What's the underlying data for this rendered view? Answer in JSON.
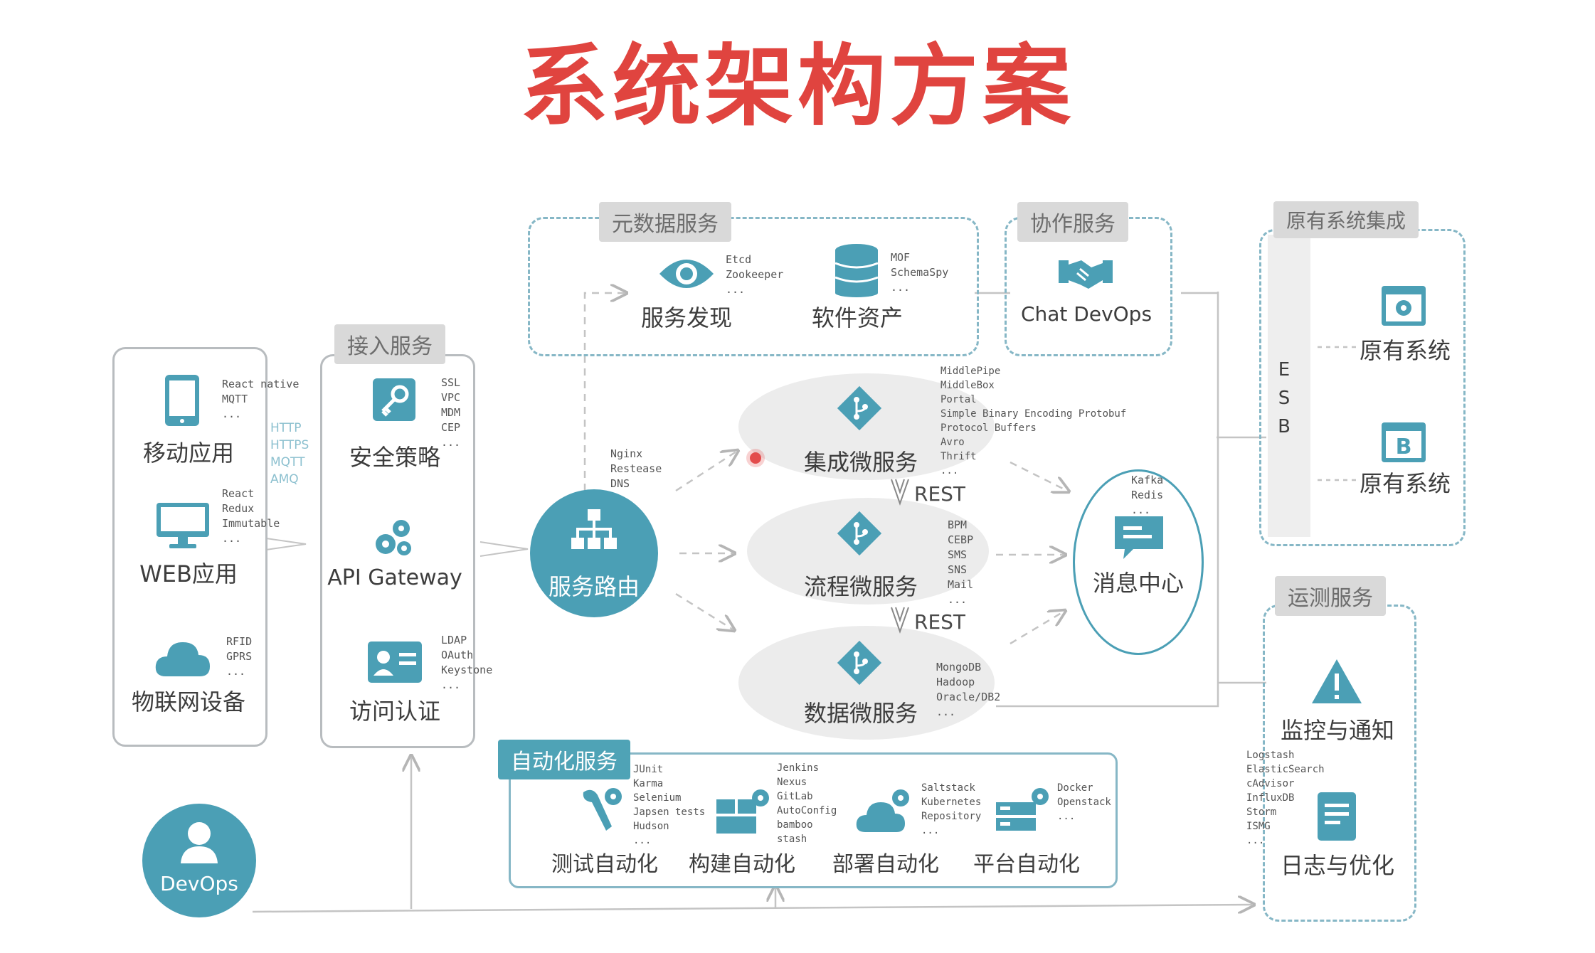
{
  "title": "系统架构方案",
  "colors": {
    "accent": "#4b9fb5",
    "title_red": "#e0443f",
    "label_grey": "#d9d9d9",
    "dash": "#86b7c6"
  },
  "clients": {
    "items": [
      {
        "label": "移动应用",
        "note": "React native\nMQTT\n...",
        "icon": "tablet-icon"
      },
      {
        "label": "WEB应用",
        "note": "React\nRedux\nImmutable\n...",
        "icon": "monitor-icon"
      },
      {
        "label": "物联网设备",
        "note": "RFID\nGPRS\n...",
        "icon": "cloud-icon"
      }
    ],
    "protocols": "HTTP\nHTTPS\nMQTT\nAMQ"
  },
  "access": {
    "tag": "接入服务",
    "items": [
      {
        "label": "安全策略",
        "note": "SSL\nVPC\nMDM\nCEP\n...",
        "icon": "key-icon"
      },
      {
        "label": "API Gateway",
        "note": "",
        "icon": "gears-icon"
      },
      {
        "label": "访问认证",
        "note": "LDAP\nOAuth\nKeystone\n...",
        "icon": "id-card-icon"
      }
    ]
  },
  "router": {
    "label": "服务路由",
    "note": "Nginx\nRestease\nDNS"
  },
  "metadata": {
    "tag": "元数据服务",
    "items": [
      {
        "label": "服务发现",
        "note": "Etcd\nZookeeper\n...",
        "icon": "eye-icon"
      },
      {
        "label": "软件资产",
        "note": "MOF\nSchemaSpy\n...",
        "icon": "database-icon"
      }
    ]
  },
  "collab": {
    "tag": "协作服务",
    "label": "Chat DevOps",
    "icon": "handshake-icon"
  },
  "legacy": {
    "tag": "原有系统集成",
    "esb": "E\nS\nB",
    "items": [
      {
        "label": "原有系统",
        "icon": "gear-window-icon"
      },
      {
        "label": "原有系统",
        "icon": "b-window-icon"
      }
    ]
  },
  "micro": {
    "items": [
      {
        "label": "集成微服务",
        "note": "MiddlePipe\nMiddleBox\nPortal\nSimple Binary Encoding Protobuf\nProtocol Buffers\nAvro\nThrift\n..."
      },
      {
        "label": "流程微服务",
        "note": "BPM\nCEBP\nSMS\nSNS\nMail\n..."
      },
      {
        "label": "数据微服务",
        "note": "MongoDB\nHadoop\nOracle/DB2\n..."
      }
    ],
    "rest": "REST"
  },
  "message": {
    "label": "消息中心",
    "note": "Kafka\nRedis\n...",
    "icon": "chat-icon"
  },
  "ops": {
    "tag": "运测服务",
    "items": [
      {
        "label": "监控与通知",
        "icon": "warning-icon"
      },
      {
        "label": "日志与优化",
        "icon": "document-icon"
      }
    ],
    "note": "Logstash\nElasticSearch\ncAdvisor\nInfluxDB\nStorm\nISMG\n..."
  },
  "automation": {
    "tag": "自动化服务",
    "items": [
      {
        "label": "测试自动化",
        "note": "JUnit\nKarma\nSelenium\nJapsen tests\nHudson\n...",
        "icon": "wrench-gear-icon"
      },
      {
        "label": "构建自动化",
        "note": "Jenkins\nNexus\nGitLab\nAutoConfig\nbamboo\nstash\n...",
        "icon": "build-gear-icon"
      },
      {
        "label": "部署自动化",
        "note": "Saltstack\nKubernetes\nRepository\n...",
        "icon": "cloud-gear-icon"
      },
      {
        "label": "平台自动化",
        "note": "Docker\nOpenstack\n...",
        "icon": "server-gear-icon"
      }
    ]
  },
  "devops": {
    "label": "DevOps",
    "icon": "user-icon"
  }
}
